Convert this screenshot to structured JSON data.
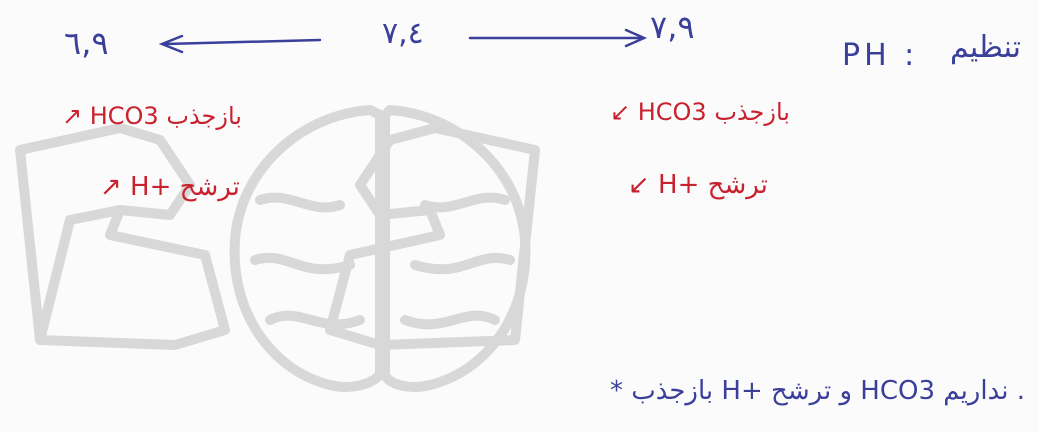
{
  "heading": {
    "label": "تنظیم",
    "ph": "PH :"
  },
  "scale": {
    "right_value": "۷,۹",
    "middle_value": "۷,٤",
    "left_value": "٦,۹"
  },
  "right_side": {
    "line1": "↙ HCO3 بازجذب",
    "line2": "↙ H+ ترشح"
  },
  "left_side": {
    "line1": "↗ HCO3 بازجذب",
    "line2": "↗ H+ ترشح"
  },
  "note": "* بازجذب H+ و ترشح HCO3 نداریم ."
}
